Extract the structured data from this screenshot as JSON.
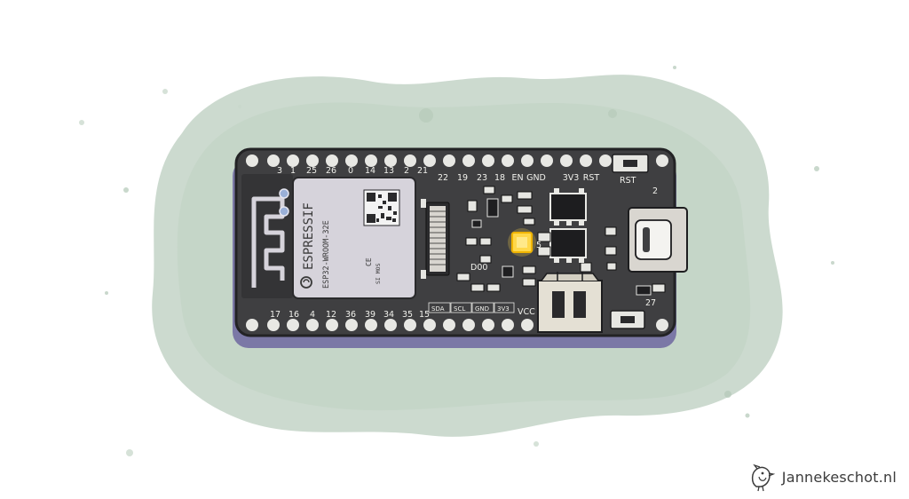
{
  "illustration": {
    "subject": "ESP32 development board",
    "colors": {
      "background": "#ffffff",
      "watercolor": "#c9d8cc",
      "board": "#3f3f41",
      "board_shadow": "#7b78a6",
      "module_shield": "#d6d3db",
      "led": "#ffd84a"
    }
  },
  "board": {
    "top_pins": [
      "3",
      "1",
      "25",
      "26",
      "0",
      "14",
      "13",
      "2",
      "21",
      "22",
      "19",
      "23",
      "18",
      "EN",
      "GND",
      "3V3",
      "RST"
    ],
    "bottom_pins": [
      "17",
      "16",
      "4",
      "12",
      "36",
      "39",
      "34",
      "35",
      "15"
    ],
    "header_labels": [
      "SDA",
      "SCL",
      "GND",
      "3V3",
      "VCC"
    ],
    "module": {
      "brand": "ESPRESSIF",
      "model": "ESP32-WROOM-32E",
      "sub_a": "CE",
      "sub_b": "SI MOS"
    },
    "misc_labels": {
      "d0": "D00",
      "led_pin": "5",
      "button_top": "RST",
      "right_2": "2",
      "button_bottom": "27"
    }
  },
  "brand": {
    "site": "Jannekeschot.nl",
    "logo_icon": "bird-icon"
  }
}
